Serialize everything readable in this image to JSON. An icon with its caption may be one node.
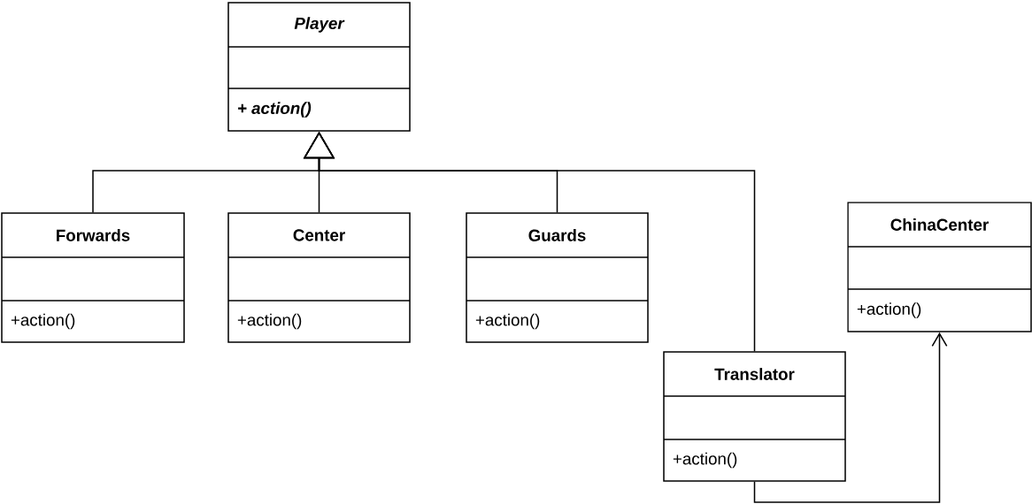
{
  "diagram": {
    "nodes": [
      {
        "text": [
          "Player",
          "+ action()"
        ]
      },
      {
        "text": [
          "Forwards",
          "+action()"
        ]
      },
      {
        "text": [
          "Center",
          "+action()"
        ]
      },
      {
        "text": [
          "Guards",
          "+action()"
        ]
      },
      {
        "text": [
          "Translator",
          "+action()"
        ]
      },
      {
        "text": [
          "ChinaCenter",
          "+action()"
        ]
      }
    ],
    "edges": [
      {
        "from": 1,
        "to": 0,
        "arrow": "to"
      },
      {
        "from": 2,
        "to": 0,
        "arrow": "to"
      },
      {
        "from": 3,
        "to": 0,
        "arrow": "to"
      },
      {
        "from": 4,
        "to": 0,
        "arrow": "to"
      },
      {
        "from": 4,
        "to": 5,
        "arrow": "to"
      }
    ]
  }
}
